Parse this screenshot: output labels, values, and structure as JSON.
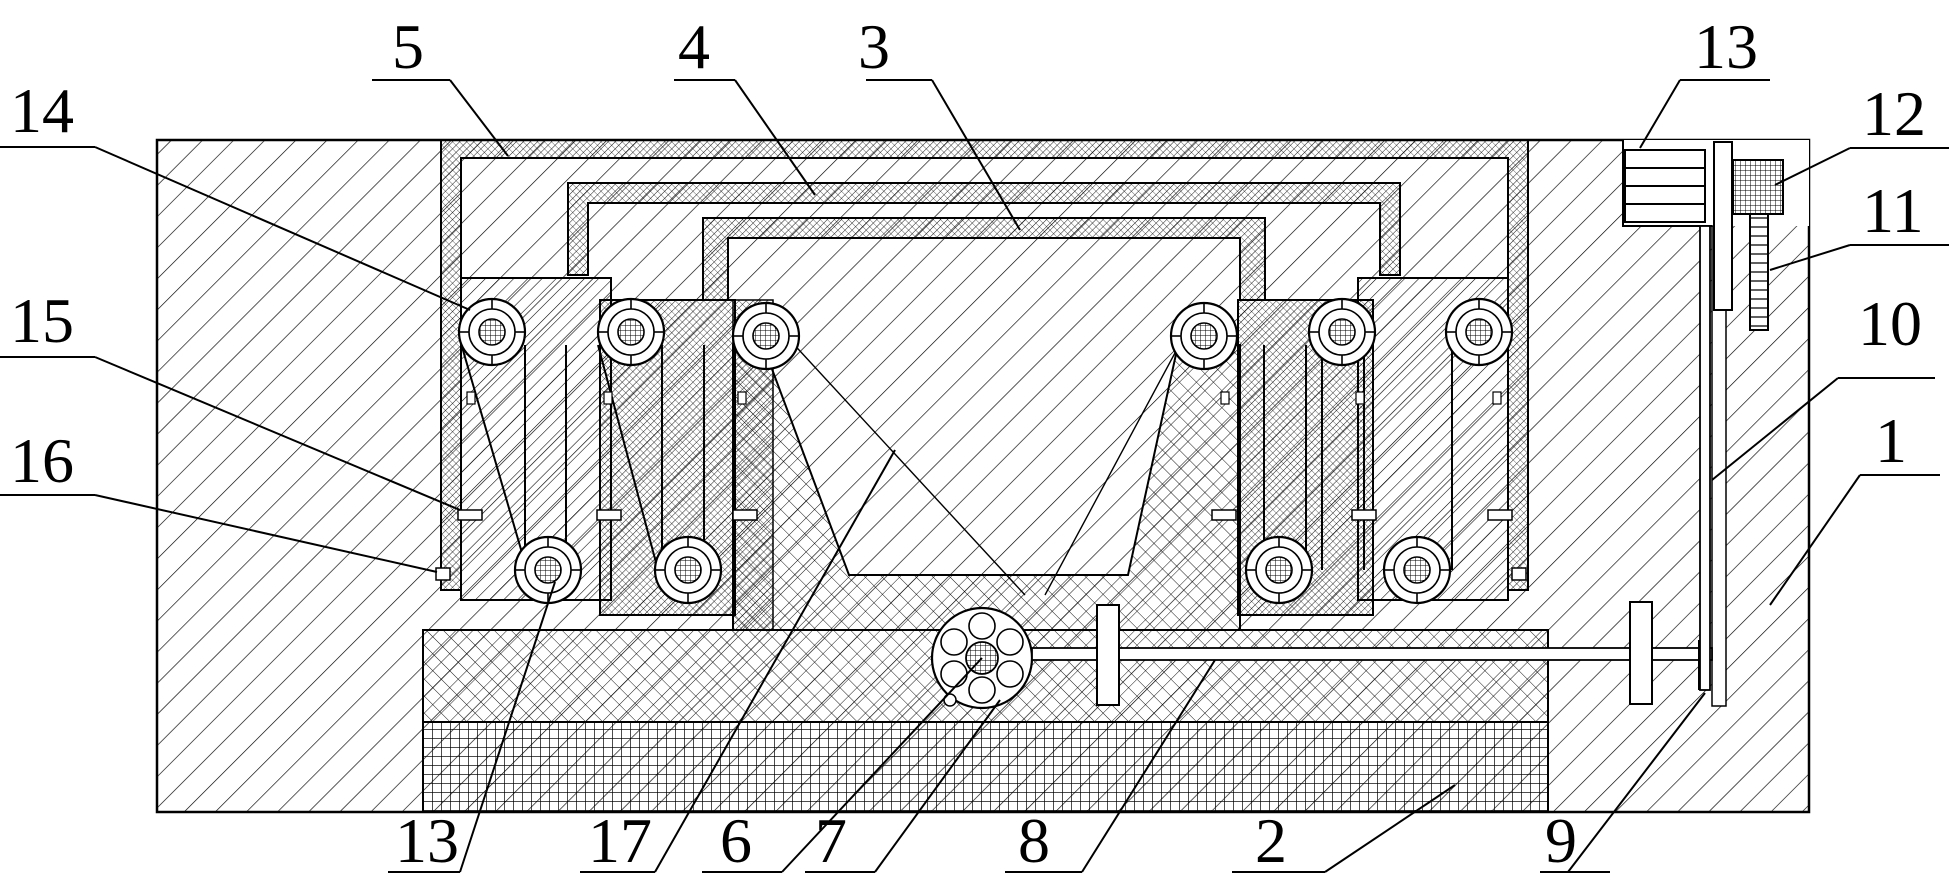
{
  "callouts": [
    {
      "id": "1",
      "text": "1"
    },
    {
      "id": "2",
      "text": "2"
    },
    {
      "id": "3",
      "text": "3"
    },
    {
      "id": "4",
      "text": "4"
    },
    {
      "id": "5",
      "text": "5"
    },
    {
      "id": "6",
      "text": "6"
    },
    {
      "id": "7",
      "text": "7"
    },
    {
      "id": "8",
      "text": "8"
    },
    {
      "id": "9",
      "text": "9"
    },
    {
      "id": "10",
      "text": "10"
    },
    {
      "id": "11",
      "text": "11"
    },
    {
      "id": "12",
      "text": "12"
    },
    {
      "id": "13a",
      "text": "13"
    },
    {
      "id": "13b",
      "text": "13"
    },
    {
      "id": "14",
      "text": "14"
    },
    {
      "id": "15",
      "text": "15"
    },
    {
      "id": "16",
      "text": "16"
    },
    {
      "id": "17",
      "text": "17"
    }
  ]
}
